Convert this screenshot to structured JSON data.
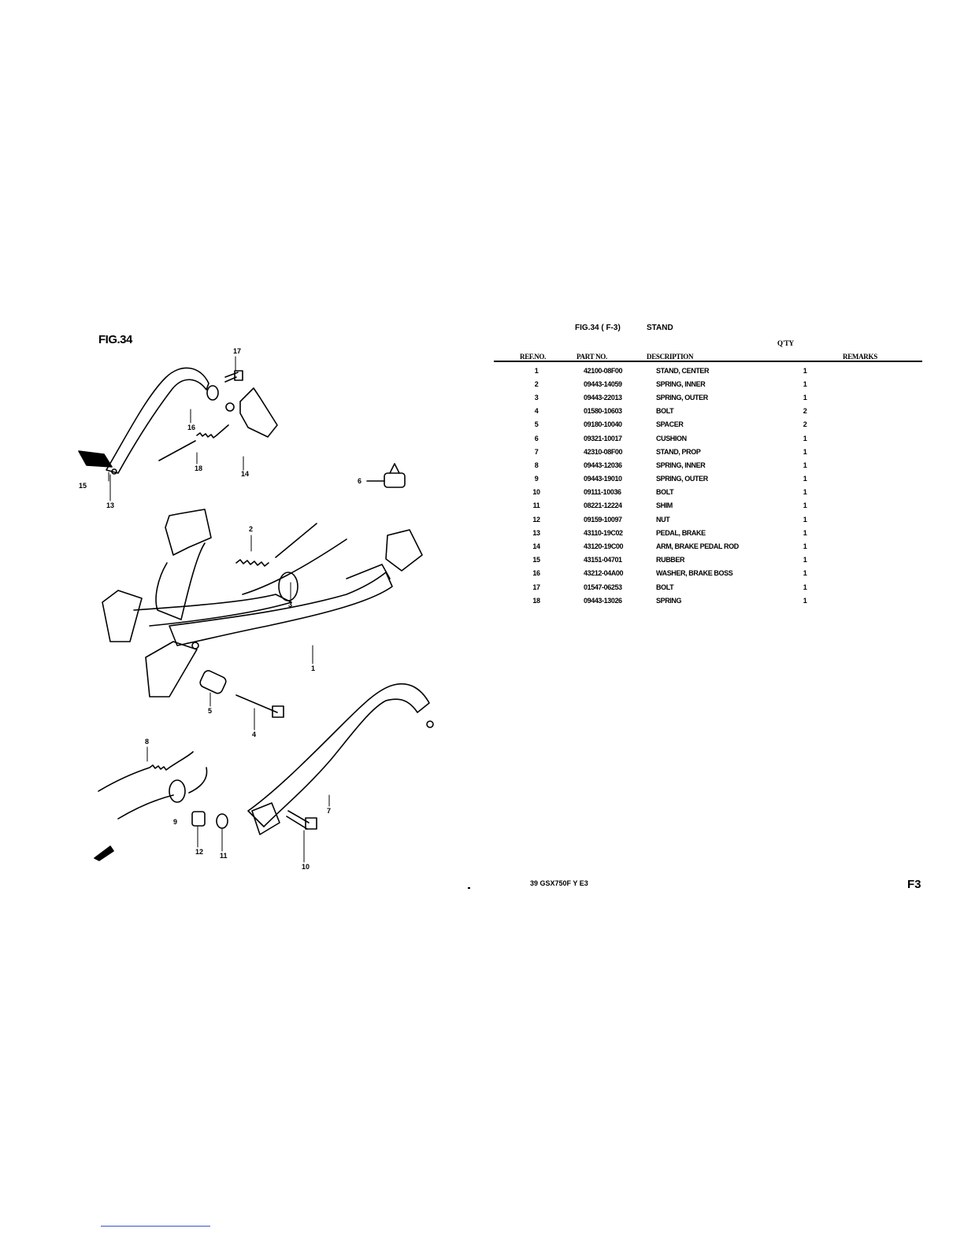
{
  "figure": {
    "label": "FIG.34",
    "callouts": [
      "17",
      "16",
      "18",
      "14",
      "15",
      "13",
      "6",
      "2",
      "3",
      "1",
      "5",
      "4",
      "8",
      "9",
      "12",
      "11",
      "10",
      "7"
    ]
  },
  "header": {
    "fig_ref": "FIG.34 ( F-3)",
    "group": "STAND",
    "col_refno": "REF.NO.",
    "col_partno": "PART NO.",
    "col_desc": "DESCRIPTION",
    "col_qty": "Q'TY",
    "col_remarks": "REMARKS"
  },
  "parts": [
    {
      "ref": "1",
      "part": "42100-08F00",
      "desc": "STAND, CENTER",
      "qty": "1"
    },
    {
      "ref": "2",
      "part": "09443-14059",
      "desc": "SPRING, INNER",
      "qty": "1"
    },
    {
      "ref": "3",
      "part": "09443-22013",
      "desc": "SPRING, OUTER",
      "qty": "1"
    },
    {
      "ref": "4",
      "part": "01580-10603",
      "desc": "BOLT",
      "qty": "2"
    },
    {
      "ref": "5",
      "part": "09180-10040",
      "desc": "SPACER",
      "qty": "2"
    },
    {
      "ref": "6",
      "part": "09321-10017",
      "desc": "CUSHION",
      "qty": "1"
    },
    {
      "ref": "7",
      "part": "42310-08F00",
      "desc": "STAND, PROP",
      "qty": "1"
    },
    {
      "ref": "8",
      "part": "09443-12036",
      "desc": "SPRING, INNER",
      "qty": "1"
    },
    {
      "ref": "9",
      "part": "09443-19010",
      "desc": "SPRING, OUTER",
      "qty": "1"
    },
    {
      "ref": "10",
      "part": "09111-10036",
      "desc": "BOLT",
      "qty": "1"
    },
    {
      "ref": "11",
      "part": "08221-12224",
      "desc": "SHIM",
      "qty": "1"
    },
    {
      "ref": "12",
      "part": "09159-10097",
      "desc": "NUT",
      "qty": "1"
    },
    {
      "ref": "13",
      "part": "43110-19C02",
      "desc": "PEDAL, BRAKE",
      "qty": "1"
    },
    {
      "ref": "14",
      "part": "43120-19C00",
      "desc": "ARM, BRAKE PEDAL ROD",
      "qty": "1"
    },
    {
      "ref": "15",
      "part": "43151-04701",
      "desc": "RUBBER",
      "qty": "1"
    },
    {
      "ref": "16",
      "part": "43212-04A00",
      "desc": "WASHER, BRAKE BOSS",
      "qty": "1"
    },
    {
      "ref": "17",
      "part": "01547-06253",
      "desc": "BOLT",
      "qty": "1"
    },
    {
      "ref": "18",
      "part": "09443-13026",
      "desc": "SPRING",
      "qty": "1"
    }
  ],
  "footer": {
    "model": "39 GSX750F Y E3",
    "page": "F3"
  }
}
